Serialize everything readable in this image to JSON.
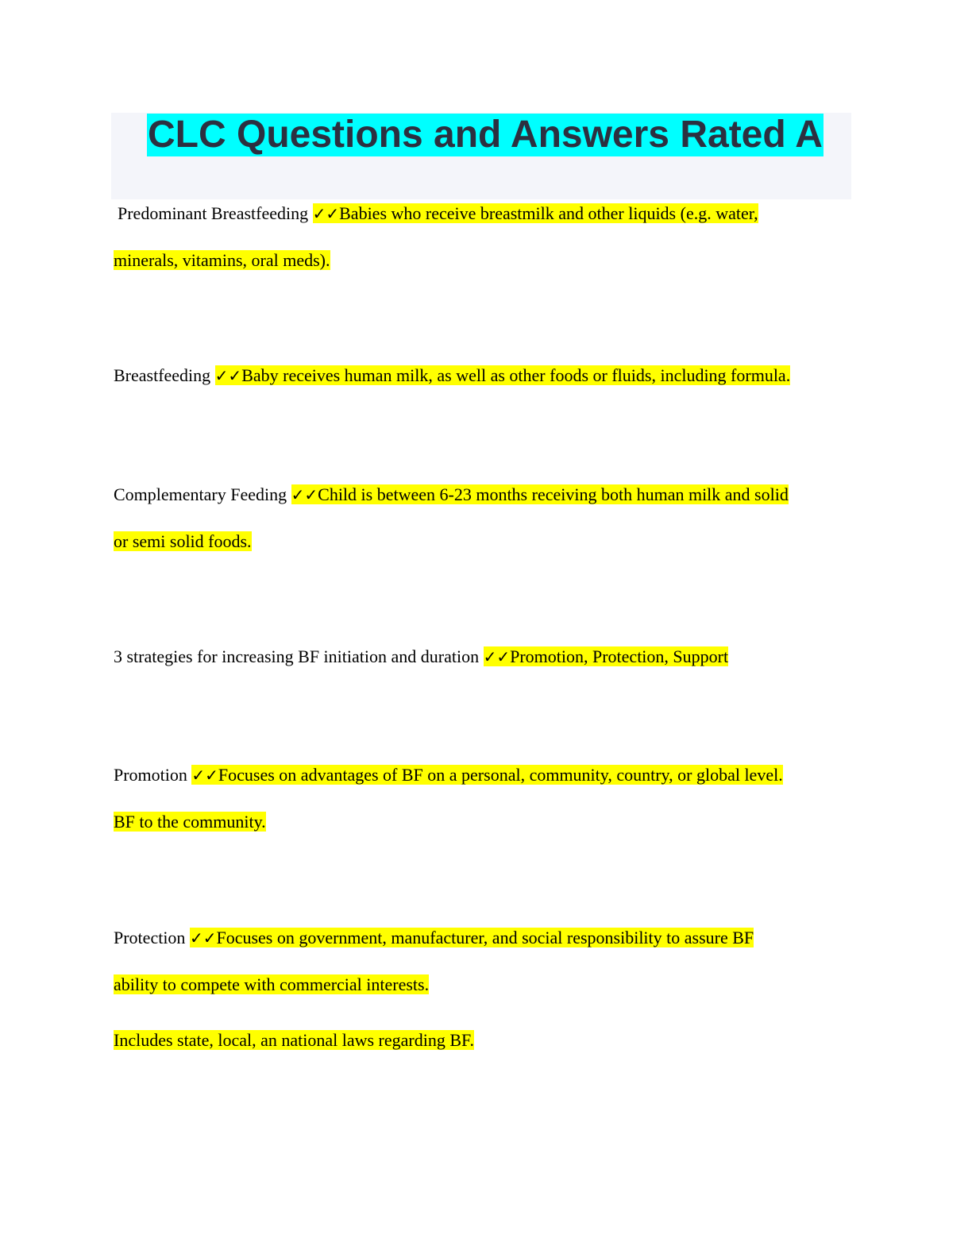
{
  "title": "CLC Questions and Answers Rated A",
  "checkmark": "✓✓",
  "colors": {
    "title_highlight": "#00ffff",
    "title_text": "#2c3040",
    "answer_highlight": "#ffff00",
    "title_band": "#f4f5fa"
  },
  "entries": [
    {
      "term": "Predominant Breastfeeding",
      "answer_lines": [
        "Babies who receive breastmilk and other liquids (e.g. water,",
        "minerals, vitamins, oral meds)."
      ]
    },
    {
      "term": "Breastfeeding",
      "answer_lines": [
        "Baby receives human milk, as well as other foods or fluids, including formula."
      ]
    },
    {
      "term": "Complementary Feeding",
      "answer_lines": [
        "Child is between 6-23 months receiving both human milk and solid",
        "or semi solid foods."
      ]
    },
    {
      "term": "3 strategies for increasing BF initiation and duration",
      "answer_lines": [
        "Promotion, Protection, Support"
      ]
    },
    {
      "term": "Promotion",
      "answer_lines": [
        "Focuses on advantages of BF on a personal, community, country, or global level.",
        "BF to the community."
      ]
    },
    {
      "term": "Protection",
      "answer_lines": [
        "Focuses on government, manufacturer, and social responsibility to assure BF",
        "ability to compete with commercial interests.",
        "Includes state, local, an national laws regarding BF."
      ]
    }
  ]
}
